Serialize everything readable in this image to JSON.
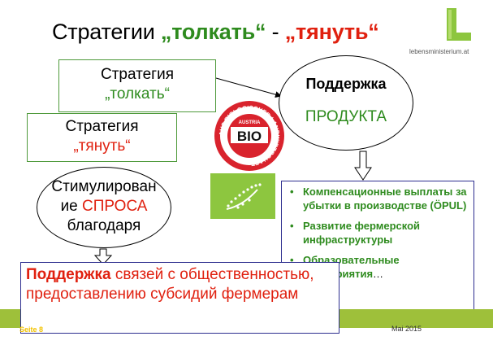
{
  "title": {
    "prefix": "Стратегии ",
    "push": "„толкать“",
    "separator": " - ",
    "pull": "„тянуть“"
  },
  "push_box": {
    "line1": "Стратегия",
    "line2": "„толкать“"
  },
  "pull_box": {
    "line1": "Стратегия",
    "line2": "„тянуть“"
  },
  "product_oval": {
    "line1": "Поддержка",
    "line2": "ПРОДУКТА"
  },
  "demand_oval": {
    "line1": "Стимулирован",
    "line2_a": "ие ",
    "line2_b": "СПРОСА",
    "line3": "благодаря"
  },
  "measures": [
    {
      "text": "Компенсационные выплаты за убытки в производстве (ÖPUL)",
      "suffix": ""
    },
    {
      "text": "Развитие фермерской инфраструктуры",
      "suffix": ""
    },
    {
      "text": "Образовательные мероприятия",
      "suffix": "…"
    }
  ],
  "support_box": {
    "bold": "Поддержка",
    "rest": " связей с общественностью, предоставлению субсидий фермерам"
  },
  "bio_seal": {
    "ring_text": "AUS BIOLOGISCHER LANDWIRTSCHAFT",
    "center": "BIO",
    "country": "AUSTRIA"
  },
  "logo": {
    "text": "lebensministerium.at"
  },
  "footer": {
    "left": "Seite 8",
    "date": "Mai 2015"
  },
  "colors": {
    "green": "#2e8b1e",
    "red": "#e0200f",
    "bar": "#9ec03a",
    "blue_border": "#2d2e8f"
  }
}
